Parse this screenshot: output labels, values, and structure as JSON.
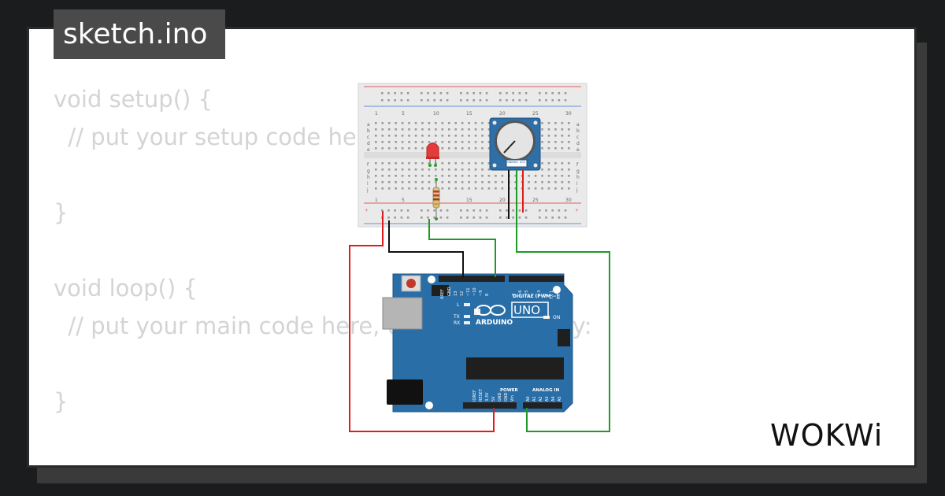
{
  "file_tab": {
    "label": "sketch.ino"
  },
  "code": {
    "lines": [
      "void setup() {",
      "  // put your setup code here, to run once:",
      "",
      "}",
      "",
      "void loop() {",
      "  // put your main code here, to run repeatedly:",
      "",
      "}"
    ]
  },
  "brand": {
    "logo_text": "WOKWi"
  },
  "circuit": {
    "breadboard": {
      "column_numbers": [
        "1",
        "5",
        "10",
        "15",
        "20",
        "25",
        "30"
      ],
      "row_letters_top": [
        "a",
        "b",
        "c",
        "d",
        "e"
      ],
      "row_letters_bottom": [
        "f",
        "g",
        "h",
        "i",
        "j"
      ],
      "rail_plus": "+",
      "rail_minus": "-"
    },
    "board": {
      "brand_text": "ARDUINO",
      "model_text": "UNO",
      "digital_label": "DIGITAL (PWM ~)",
      "power_label": "POWER",
      "analog_label": "ANALOG IN",
      "on_label": "ON",
      "l_label": "L",
      "tx_label": "TX",
      "rx_label": "RX",
      "top_pins": [
        "AREF",
        "GND",
        "13",
        "12",
        "~11",
        "~10",
        "~9",
        "8",
        "7",
        "~6",
        "~5",
        "4",
        "~3",
        "2",
        "TX 1",
        "RX 0"
      ],
      "power_pins": [
        "IOREF",
        "RESET",
        "3.3V",
        "5V",
        "GND",
        "GND",
        "Vin"
      ],
      "analog_pins": [
        "A0",
        "A1",
        "A2",
        "A3",
        "A4",
        "A5"
      ]
    },
    "pot_pins": [
      "GND",
      "SIG",
      "VCC"
    ],
    "colors": {
      "wire_red": "#e01b1b",
      "wire_black": "#111111",
      "wire_green": "#1d9a27",
      "board_blue": "#2a6ea8",
      "pot_blue": "#2f6fa8",
      "led_red": "#e53b3b",
      "breadboard": "#eaeaea"
    }
  }
}
